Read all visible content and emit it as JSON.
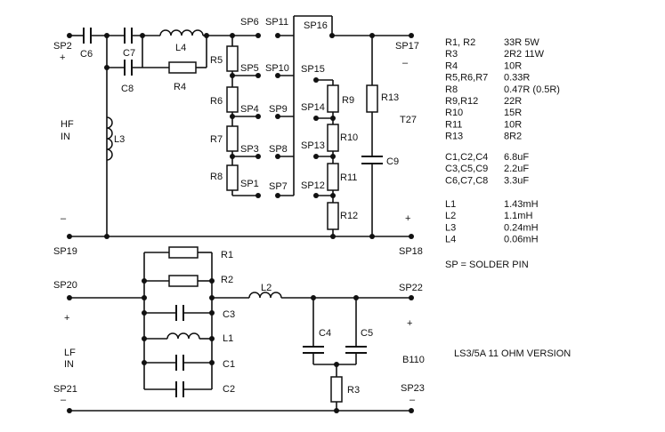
{
  "hf": {
    "pins": {
      "sp2": "SP2",
      "sp6": "SP6",
      "sp11": "SP11",
      "sp16": "SP16",
      "sp17": "SP17",
      "sp5": "SP5",
      "sp10": "SP10",
      "sp15": "SP15",
      "sp4": "SP4",
      "sp9": "SP9",
      "sp14": "SP14",
      "sp3": "SP3",
      "sp8": "SP8",
      "sp13": "SP13",
      "sp1": "SP1",
      "sp7": "SP7",
      "sp12": "SP12",
      "sp19": "SP19",
      "sp18": "SP18"
    },
    "parts": {
      "c6": "C6",
      "c7": "C7",
      "c8": "C8",
      "l4": "L4",
      "r4": "R4",
      "l3": "L3",
      "r5": "R5",
      "r6": "R6",
      "r7": "R7",
      "r8": "R8",
      "r9": "R9",
      "r10": "R10",
      "r11": "R11",
      "r12": "R12",
      "r13": "R13",
      "c9": "C9"
    },
    "input_label_line1": "HF",
    "input_label_line2": "IN",
    "plus": "+",
    "minus": "–",
    "name": "T27"
  },
  "lf": {
    "pins": {
      "sp20": "SP20",
      "sp21": "SP21",
      "sp22": "SP22",
      "sp23": "SP23"
    },
    "parts": {
      "r1": "R1",
      "r2": "R2",
      "c3": "C3",
      "l1": "L1",
      "c1": "C1",
      "c2": "C2",
      "l2": "L2",
      "c4": "C4",
      "c5": "C5",
      "r3": "R3"
    },
    "input_label_line1": "LF",
    "input_label_line2": "IN",
    "plus": "+",
    "minus": "–",
    "name": "B110"
  },
  "title": "LS3/5A  11 OHM VERSION",
  "legend": {
    "resistors": [
      {
        "ref": "R1, R2",
        "value": "33R   5W"
      },
      {
        "ref": "R3",
        "value": "2R2  11W"
      },
      {
        "ref": "R4",
        "value": "10R"
      },
      {
        "ref": "R5,R6,R7",
        "value": "0.33R"
      },
      {
        "ref": "R8",
        "value": "0.47R (0.5R)"
      },
      {
        "ref": "R9,R12",
        "value": "22R"
      },
      {
        "ref": "R10",
        "value": "15R"
      },
      {
        "ref": "R11",
        "value": "10R"
      },
      {
        "ref": "R13",
        "value": "8R2"
      }
    ],
    "capacitors": [
      {
        "ref": "C1,C2,C4",
        "value": "6.8uF"
      },
      {
        "ref": "C3,C5,C9",
        "value": "2.2uF"
      },
      {
        "ref": "C6,C7,C8",
        "value": "3.3uF"
      }
    ],
    "inductors": [
      {
        "ref": "L1",
        "value": "1.43mH"
      },
      {
        "ref": "L2",
        "value": "1.1mH"
      },
      {
        "ref": "L3",
        "value": "0.24mH"
      },
      {
        "ref": "L4",
        "value": "0.06mH"
      }
    ],
    "note": "SP = SOLDER PIN"
  }
}
